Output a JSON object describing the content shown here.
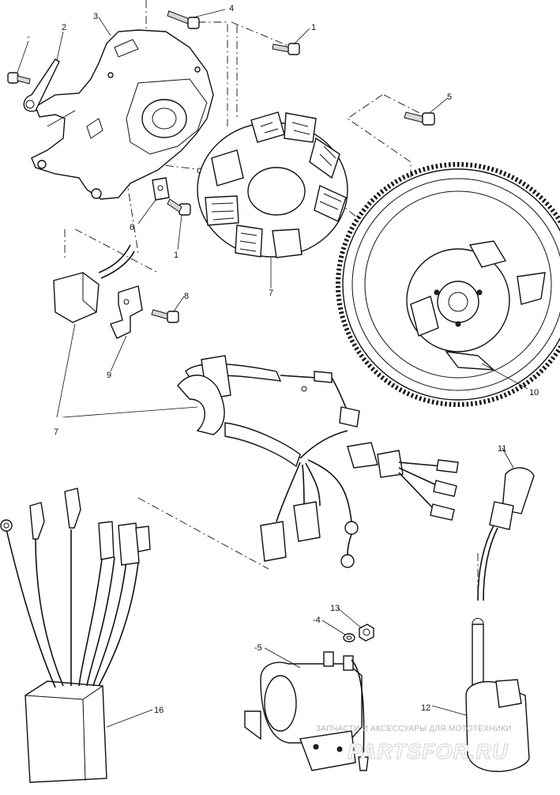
{
  "callouts": {
    "c1a": "1",
    "c1b": "1",
    "c2": "2",
    "c3": "3",
    "c4": "4",
    "c5": "5",
    "c6": "6",
    "c7a": "7",
    "c7b": "7",
    "c8": "8",
    "c9": "9",
    "c10": "10",
    "c11": "11",
    "c12": "12",
    "c13": "13",
    "c14": "-4",
    "c15": "-5",
    "c16": "16",
    "c_small": "-"
  },
  "watermark": {
    "caption": "ЗАПЧАСТИ И АКСЕССУАРЫ ДЛЯ МОТОТЕХНИКИ",
    "logo": "PARTSFOR.RU"
  }
}
